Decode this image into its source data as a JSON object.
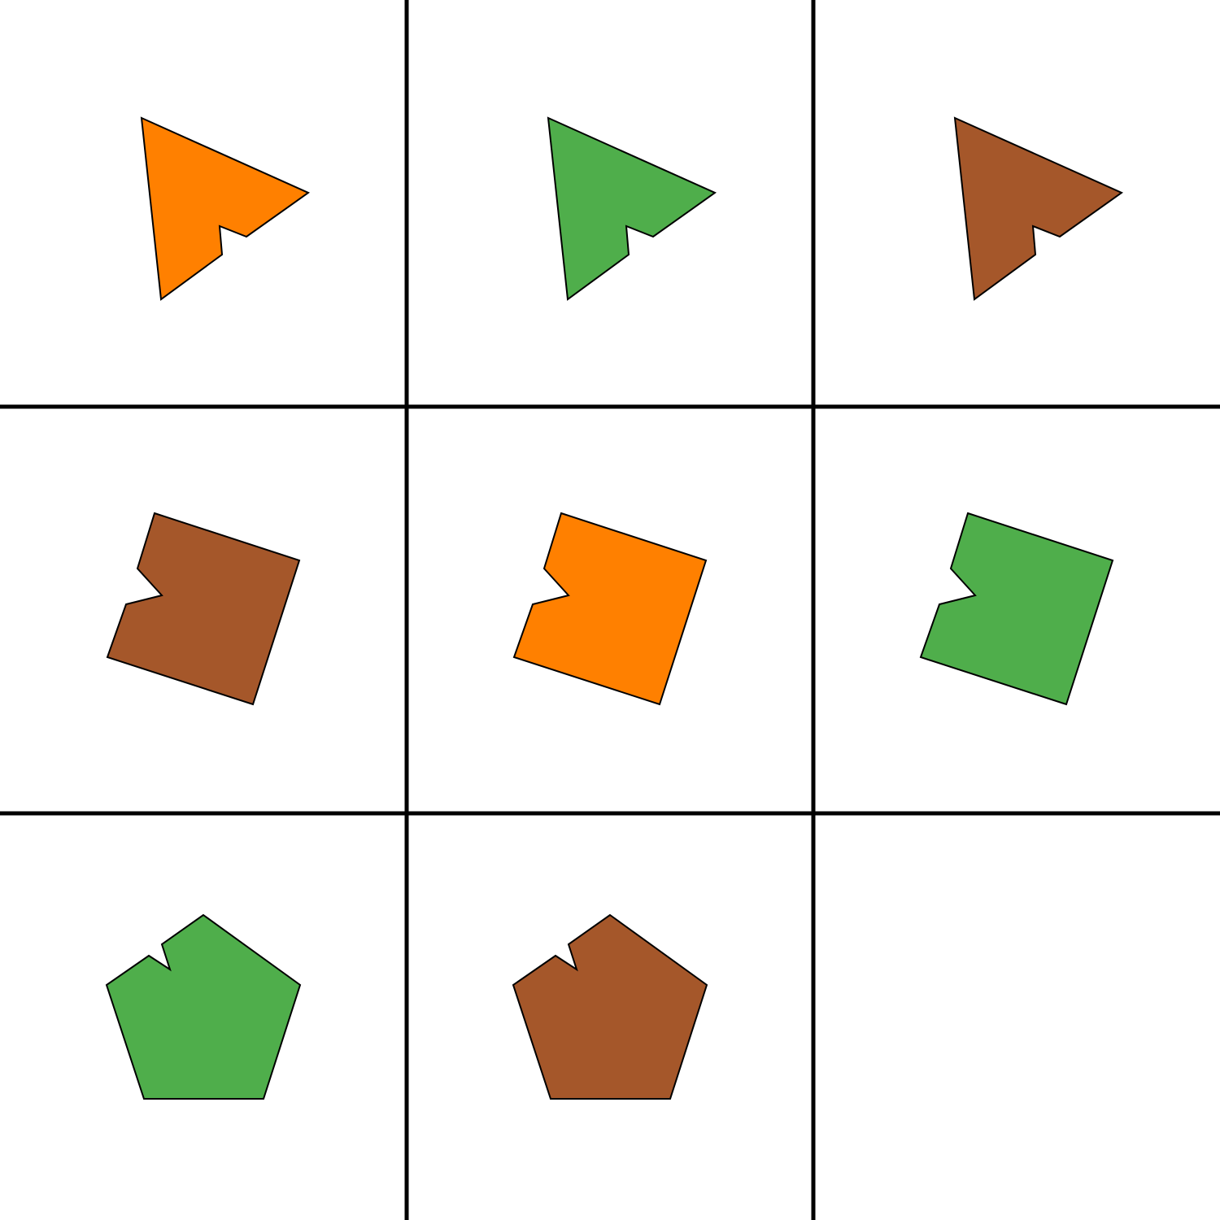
{
  "grid": {
    "rows": 3,
    "cols": 3
  },
  "colors": {
    "background": "#ffffff",
    "line": "#000000",
    "orange": "#ff8000",
    "green": "#4fae4b",
    "brown": "#a5572a"
  },
  "cells": [
    {
      "row": 0,
      "col": 0,
      "shape": "triangle",
      "color": "orange"
    },
    {
      "row": 0,
      "col": 1,
      "shape": "triangle",
      "color": "green"
    },
    {
      "row": 0,
      "col": 2,
      "shape": "triangle",
      "color": "brown"
    },
    {
      "row": 1,
      "col": 0,
      "shape": "square",
      "color": "brown"
    },
    {
      "row": 1,
      "col": 1,
      "shape": "square",
      "color": "orange"
    },
    {
      "row": 1,
      "col": 2,
      "shape": "square",
      "color": "green"
    },
    {
      "row": 2,
      "col": 0,
      "shape": "pentagon",
      "color": "green"
    },
    {
      "row": 2,
      "col": 1,
      "shape": "pentagon",
      "color": "brown"
    },
    {
      "row": 2,
      "col": 2,
      "shape": "empty",
      "color": null
    }
  ]
}
